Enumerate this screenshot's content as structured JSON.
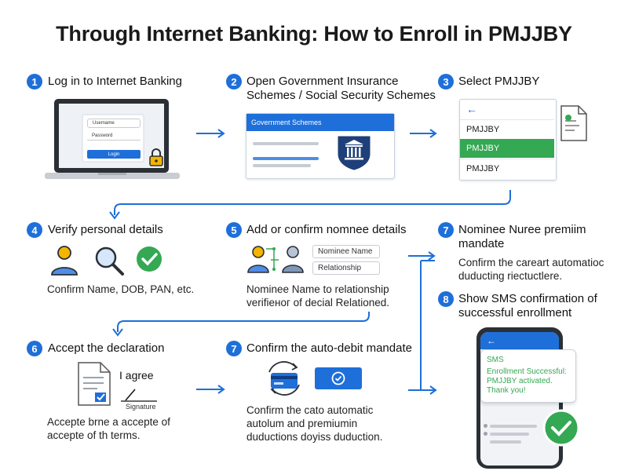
{
  "title": "Through Internet Banking: How to Enroll in PMJJBY",
  "steps": [
    {
      "num": "1",
      "title": "Log in to Internet Banking"
    },
    {
      "num": "2",
      "title_line1": "Open Government Insurance",
      "title_line2": "Schemes / Social Security Schemes"
    },
    {
      "num": "3",
      "title": "Select PMJJBY"
    },
    {
      "num": "4",
      "title": "Verify personal details",
      "desc": "Confirm Name, DOB, PAN, etc."
    },
    {
      "num": "5",
      "title": "Add or confirm nomnee details",
      "desc_line1": "Nominee Name to relationship",
      "desc_line2": "verifieног of decial Relationed."
    },
    {
      "num": "7",
      "title_line1": "Nominee Nuree premiim",
      "title_line2": "mandate",
      "desc_line1": "Confirm the careart automatioc",
      "desc_line2": "duducting riectuctlere."
    },
    {
      "num": "8",
      "title_line1": "Show SMS confirmation of",
      "title_line2": "successful enrollment"
    },
    {
      "num": "6",
      "title": "Accept the declaration",
      "desc_line1": "Accepte brne a accepte of",
      "desc_line2": "accepte of th terms."
    },
    {
      "num": "7",
      "title": "Confirm the auto-debit mandate",
      "desc_line1": "Confirm the cato automatic",
      "desc_line2": "autolum and premiumin",
      "desc_line3": "duductions doyiss duduction."
    }
  ],
  "login": {
    "username": "Username",
    "password": "Password",
    "button": "Login"
  },
  "gov": {
    "header": "Government Schemes"
  },
  "scheme_list": {
    "items": [
      "PMJJBY",
      "PMJJBY",
      "PMJJBY"
    ],
    "selected_index": 1
  },
  "nominee_form": {
    "name_placeholder": "Nominee Name",
    "relationship_placeholder": "Relationship"
  },
  "declaration": {
    "agree": "I agree",
    "signature": "Signature"
  },
  "sms": {
    "label": "SMS",
    "line1": "Enrollment Successful:",
    "line2": "PMJJBY activated.",
    "line3": "Thank you!"
  },
  "colors": {
    "accent": "#1e6fd9",
    "success": "#34a853",
    "lock": "#f4b400"
  }
}
